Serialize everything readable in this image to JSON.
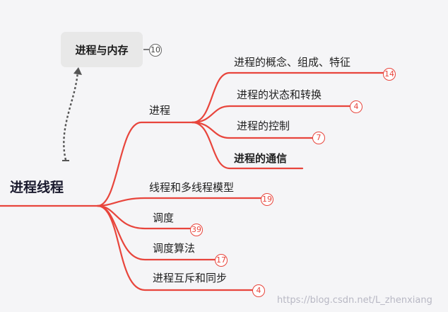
{
  "root": {
    "label": "进程线程"
  },
  "callout": {
    "label": "进程与内存",
    "count": "10"
  },
  "branches": {
    "process": {
      "label": "进程",
      "children": [
        {
          "label": "进程的概念、组成、特征",
          "count": "14"
        },
        {
          "label": "进程的状态和转换",
          "count": "4"
        },
        {
          "label": "进程的控制",
          "count": "7"
        },
        {
          "label": "进程的通信",
          "count": null
        }
      ]
    },
    "thread": {
      "label": "线程和多线程模型",
      "count": "19"
    },
    "schedule": {
      "label": "调度",
      "count": "39"
    },
    "algorithm": {
      "label": "调度算法",
      "count": "17"
    },
    "mutex": {
      "label": "进程互斥和同步",
      "count": "4"
    }
  },
  "watermark": "https://blog.csdn.net/L_zhenxiang",
  "colors": {
    "branch": "#e8453c",
    "background": "#f5f5f7",
    "callout": "#e8e8e8"
  }
}
